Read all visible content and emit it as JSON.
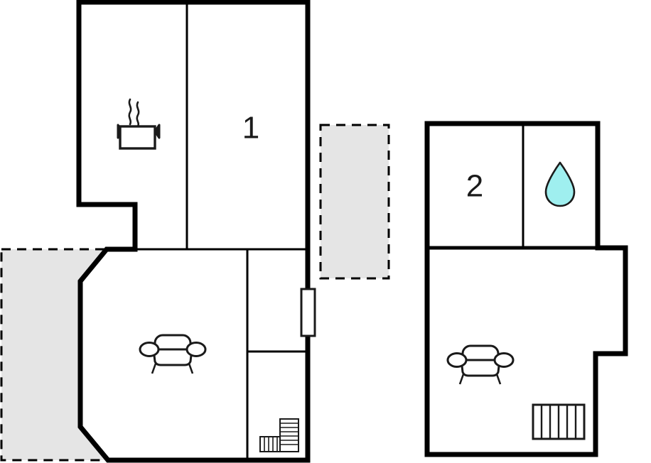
{
  "plan": {
    "title": "Two-unit residential floor plan",
    "background_color": "#ffffff",
    "wall_color": "#000000",
    "terrace_fill": "#E5E5E5",
    "terrace_border_color": "#000000",
    "water_icon_color": "#9FEFEF",
    "icon_stroke_color": "#1a1a1a"
  },
  "units": [
    {
      "id": "unit-left",
      "name": "left-floor-plan",
      "rooms": [
        {
          "id": "kitchen",
          "label": "",
          "icon": "cooking-pot-icon",
          "icon_label": "Cooking pot with steam"
        },
        {
          "id": "room-1",
          "label": "1",
          "icon": "",
          "icon_label": ""
        },
        {
          "id": "living-room",
          "label": "",
          "icon": "sofa-icon",
          "icon_label": "Sofa"
        },
        {
          "id": "hallway",
          "label": "",
          "icon": "",
          "icon_label": ""
        },
        {
          "id": "stair-room",
          "label": "",
          "icon": "staircase-icon",
          "icon_label": "L-shaped staircase"
        }
      ],
      "openings": [
        {
          "id": "door-right-wall",
          "name": "door-icon",
          "label": "Door"
        }
      ],
      "terraces": [
        {
          "id": "terrace-upper-right",
          "label": ""
        },
        {
          "id": "terrace-lower-left",
          "label": ""
        }
      ]
    },
    {
      "id": "unit-right",
      "name": "right-floor-plan",
      "rooms": [
        {
          "id": "room-2",
          "label": "2",
          "icon": "",
          "icon_label": ""
        },
        {
          "id": "bathroom",
          "label": "",
          "icon": "water-drop-icon",
          "icon_label": "Water drop"
        },
        {
          "id": "living-room-2",
          "label": "",
          "icon": "sofa-icon",
          "icon_label": "Sofa"
        }
      ],
      "fixtures": [
        {
          "id": "radiator",
          "name": "radiator-icon",
          "label": "Radiator"
        }
      ],
      "terraces": []
    }
  ],
  "labels": {
    "room_1": "1",
    "room_2": "2"
  }
}
